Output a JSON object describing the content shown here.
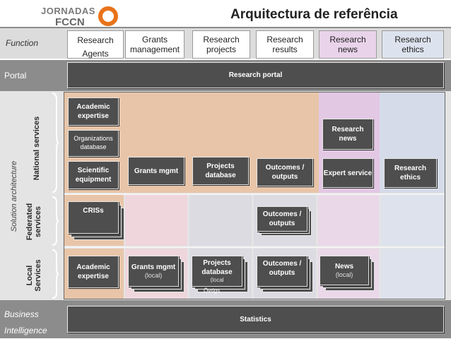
{
  "header": {
    "logo_line1": "JORNADAS",
    "logo_line2": "FCCN",
    "title": "Arquitectura de referência"
  },
  "colors": {
    "peach": "#e8c5a8",
    "news": "#e3c8e4",
    "ethics": "#d5dbe8",
    "band_grey": "#8c8c8c",
    "block_dark": "#4e4e4e",
    "logo_orange": "#e8731a"
  },
  "rows": {
    "function": "Function",
    "portal": "Portal",
    "solution_architecture": "Solution architecture",
    "national": "National services",
    "federated": "Federated services",
    "local": "Local Services",
    "bi_line1": "Business",
    "bi_line2": "Intelligence"
  },
  "columns": {
    "research_agents": "Research Agents",
    "grants": "Grants management",
    "projects": "Research projects",
    "results": "Research results",
    "news": "Research news",
    "ethics": "Research ethics"
  },
  "portal_block": "Research portal",
  "national": {
    "academic_expertise": "Academic expertise",
    "organizations_database": "Organizations database",
    "scientific_equipment": "Scientific equipment",
    "grants_mgmt": "Grants mgmt",
    "projects_database": "Projects database",
    "outcomes_outputs": "Outcomes / outputs",
    "research_news_1": "Research",
    "research_news_2": "news",
    "expert_service": "Expert service",
    "research_ethics": "Research ethics"
  },
  "federated": {
    "crisis": "CRISs",
    "outcomes_outputs": "Outcomes / outputs"
  },
  "local": {
    "academic_expertise": "Academic expertise",
    "grants_mgmt": "Grants mgmt",
    "grants_local": "(local)",
    "projects_database": "Projects database",
    "projects_local": "(local",
    "projects_local_2": "Övrigs",
    "outcomes_outputs": "Outcomes / outputs",
    "news": "News",
    "news_local": "(local)"
  },
  "statistics": "Statistics"
}
